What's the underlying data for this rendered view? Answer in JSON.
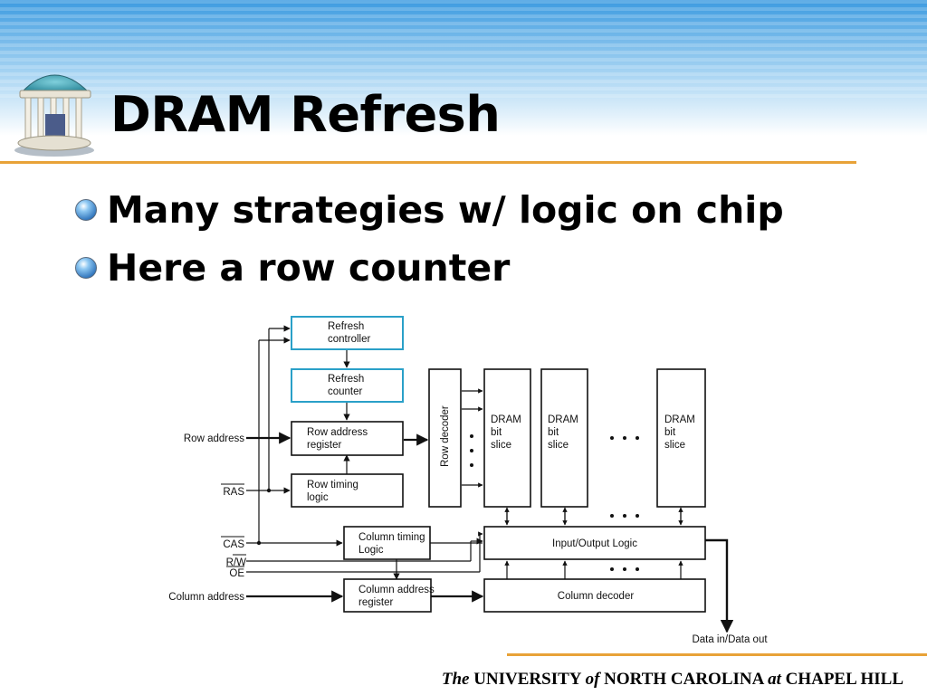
{
  "slide": {
    "title": "DRAM Refresh",
    "bullets": [
      "Many strategies w/ logic on chip",
      "Here a row counter"
    ]
  },
  "diagram": {
    "refresh_controller": [
      "Refresh",
      "controller"
    ],
    "refresh_counter": [
      "Refresh",
      "counter"
    ],
    "row_address_register": [
      "Row address",
      "register"
    ],
    "row_timing_logic": [
      "Row timing",
      "logic"
    ],
    "row_decoder": "Row decoder",
    "dram_slice_1": [
      "DRAM",
      "bit",
      "slice"
    ],
    "dram_slice_2": [
      "DRAM",
      "bit",
      "slice"
    ],
    "dram_slice_3": [
      "DRAM",
      "bit",
      "slice"
    ],
    "column_timing_logic": [
      "Column timing",
      "Logic"
    ],
    "io_logic": "Input/Output Logic",
    "column_address_register": [
      "Column address",
      "register"
    ],
    "column_decoder": "Column decoder",
    "signal_row_address": "Row address",
    "signal_ras": "RAS",
    "signal_cas": "CAS",
    "signal_rw": "R/W",
    "signal_oe": "OE",
    "signal_column_address": "Column address",
    "signal_data": "Data in/Data out"
  },
  "footer": {
    "the": "The",
    "university": "UNIVERSITY",
    "of": "of",
    "north_carolina": "NORTH CAROLINA",
    "at": "at",
    "chapel_hill": "CHAPEL HILL"
  },
  "colors": {
    "accent_rule": "#e8a238",
    "sky_blue": "#5aa9e6",
    "box_highlight": "#2aa0c8"
  }
}
